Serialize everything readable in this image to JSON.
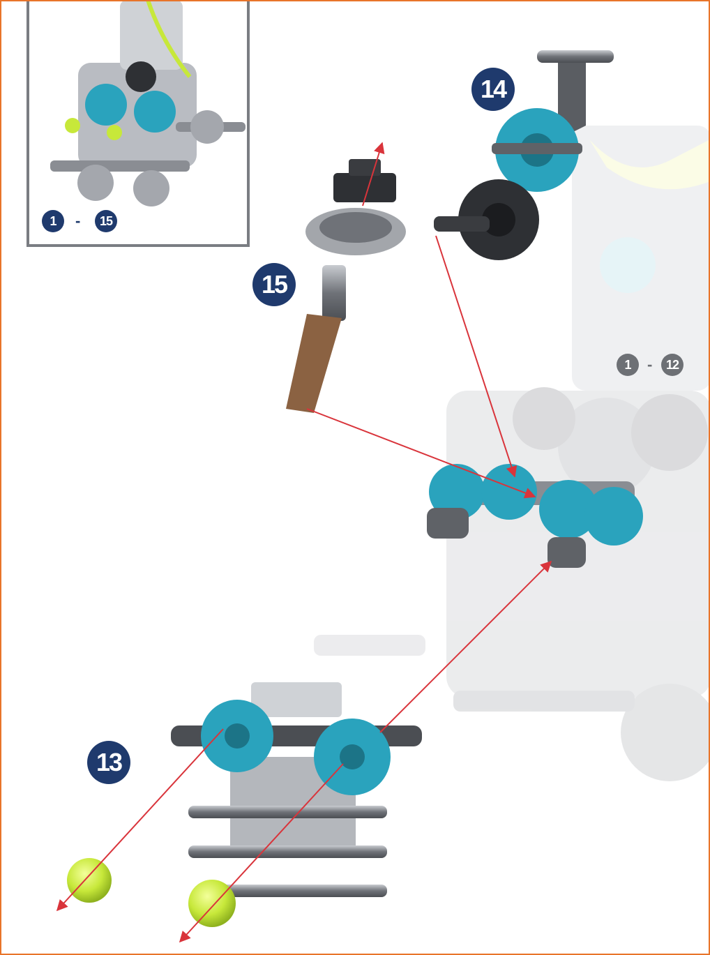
{
  "colors": {
    "border": "#e8742a",
    "inset_border": "#7a7d82",
    "badge_navy": "#1f3a6d",
    "badge_gray": "#6d7075",
    "arrow": "#d9343b",
    "teal": "#2aa3bd",
    "dark_part": "#3a3c40",
    "rod": "#8a8d93",
    "brown": "#8b6242",
    "green_ball": "#c7e83a"
  },
  "inset": {
    "range_start": "1",
    "range_dash": "-",
    "range_end": "15"
  },
  "background_range": {
    "start": "1",
    "dash": "-",
    "end": "12"
  },
  "steps": {
    "step_13": "13",
    "step_14": "14",
    "step_15": "15"
  },
  "icons": [
    "arrow-icon",
    "connector-hub-icon",
    "gear-icon",
    "pulley-wheel-icon",
    "rod-icon",
    "ball-icon"
  ]
}
